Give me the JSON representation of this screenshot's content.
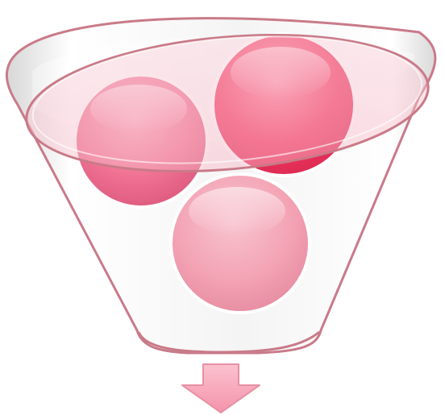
{
  "diagram": {
    "kind": "funnel",
    "colors": {
      "funnel_outline": "#c97a88",
      "funnel_fill": "#eeeeee",
      "rim_fill": "#f7c9d1",
      "circle_top_left": "#f06b8e",
      "circle_top_right": "#f2355f",
      "circle_bottom": "#f3a3b4",
      "arrow_fill": "#f7aabb",
      "arrow_stroke": "#e790a5"
    },
    "elements": {
      "funnel_body": "funnel-body",
      "funnel_rim": "funnel-rim",
      "circle_1": "circle-left",
      "circle_2": "circle-right",
      "circle_3": "circle-bottom",
      "arrow": "down-arrow-icon"
    }
  }
}
